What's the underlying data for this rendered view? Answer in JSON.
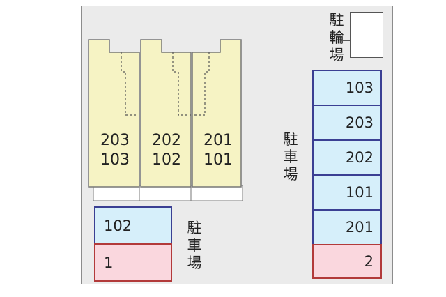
{
  "building": {
    "units": [
      {
        "upper": "203",
        "lower": "103"
      },
      {
        "upper": "202",
        "lower": "102"
      },
      {
        "upper": "201",
        "lower": "101"
      }
    ]
  },
  "parking_right": {
    "label": "駐\n車\n場",
    "stalls": [
      "103",
      "203",
      "202",
      "101",
      "201",
      "2"
    ]
  },
  "parking_left": {
    "label": "駐\n車\n場",
    "stalls": [
      "102",
      "1"
    ]
  },
  "bike_parking": {
    "label": "駐\n輪\n場"
  },
  "colors": {
    "building_fill": "#f6f3c4",
    "assigned_stall_fill": "#d6effa",
    "assigned_stall_border": "#3b3f93",
    "guest_stall_fill": "#fad7de",
    "guest_stall_border": "#b23a3a",
    "ground": "#ebebeb"
  }
}
